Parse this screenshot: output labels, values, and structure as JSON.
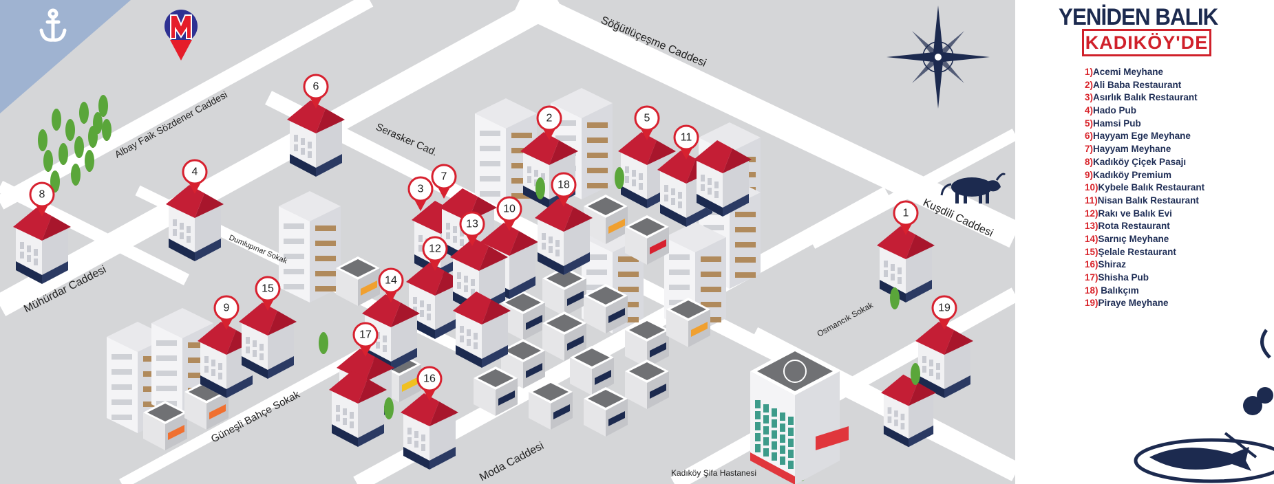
{
  "map": {
    "streets": {
      "albay": "Albay Faik Sözdener Caddesi",
      "sogut": "Söğütlüçeşme Caddesi",
      "serasker": "Serasker Cad.",
      "dumlupinar": "Dumlupınar Sokak",
      "muhurdar": "Mühürdar Caddesi",
      "gunesli": "Güneşli Bahçe Sokak",
      "moda": "Moda Caddesi",
      "osmancik": "Osmancık Sokak",
      "kusdili": "Kuşdili Caddesi",
      "hospital": "Kadıköy Şifa Hastanesi"
    },
    "pins": [
      "1",
      "2",
      "3",
      "4",
      "5",
      "6",
      "7",
      "8",
      "9",
      "10",
      "11",
      "12",
      "13",
      "14",
      "15",
      "16",
      "17",
      "18",
      "19"
    ],
    "colors": {
      "ground": "#d5d6d8",
      "road": "#ffffff",
      "sea": "#9fb3d1",
      "roof": "#c41e35",
      "pin": "#d7212f",
      "navy": "#1c2a4f"
    }
  },
  "legend": {
    "title": "YENİDEN BALIK",
    "subtitle": "KADIKÖY'DE",
    "items": [
      {
        "num": "1)",
        "name": "Acemi Meyhane"
      },
      {
        "num": "2)",
        "name": "Ali Baba Restaurant"
      },
      {
        "num": "3)",
        "name": "Asırlık Balık Restaurant"
      },
      {
        "num": "4)",
        "name": "Hado Pub"
      },
      {
        "num": "5)",
        "name": "Hamsi Pub"
      },
      {
        "num": "6)",
        "name": "Hayyam Ege Meyhane"
      },
      {
        "num": "7)",
        "name": "Hayyam Meyhane"
      },
      {
        "num": "8)",
        "name": "Kadıköy Çiçek Pasajı"
      },
      {
        "num": "9)",
        "name": "Kadıköy Premium"
      },
      {
        "num": "10)",
        "name": "Kybele Balık Restaurant"
      },
      {
        "num": "11)",
        "name": "Nisan Balık Restaurant"
      },
      {
        "num": "12)",
        "name": "Rakı ve Balık Evi"
      },
      {
        "num": "13)",
        "name": "Rota Restaurant"
      },
      {
        "num": "14)",
        "name": "Sarnıç Meyhane"
      },
      {
        "num": "15)",
        "name": "Şelale Restaurant"
      },
      {
        "num": "16)",
        "name": "Shiraz"
      },
      {
        "num": "17)",
        "name": "Shisha Pub"
      },
      {
        "num": "18)",
        "name": " Balıkçım"
      },
      {
        "num": "19)",
        "name": "Piraye Meyhane"
      }
    ]
  }
}
